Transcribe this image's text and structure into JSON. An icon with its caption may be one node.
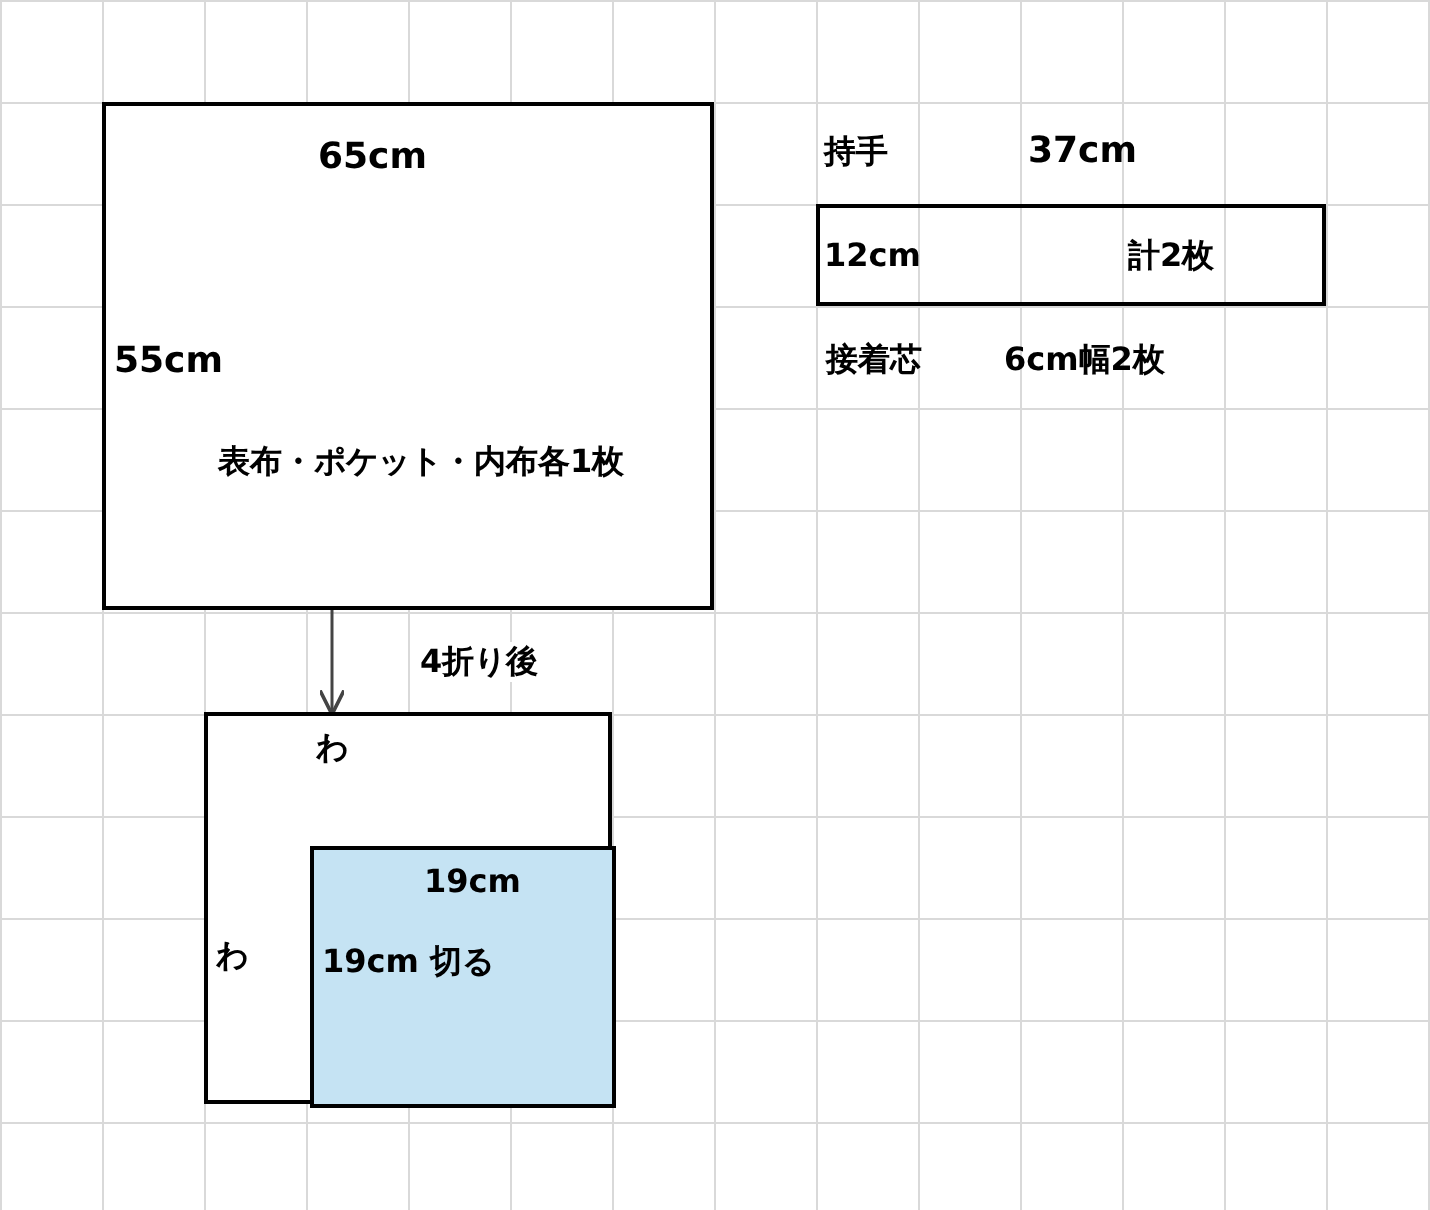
{
  "diagram": {
    "nodes": [
      {
        "text": [
          "65cm",
          "55cm",
          "表布・ポケット・内布各1枚"
        ]
      },
      {
        "text": [
          "持手",
          "37cm",
          "12cm",
          "計2枚"
        ]
      },
      {
        "text": [
          "わ",
          "わ"
        ]
      },
      {
        "text": [
          "19cm",
          "19cm 切る"
        ],
        "in": 2
      }
    ],
    "edges": [
      {
        "from": 0,
        "to": 2,
        "arrow": "to",
        "label": "4折り後"
      }
    ],
    "labels": [
      "接着芯",
      "6cm幅2枚"
    ]
  }
}
